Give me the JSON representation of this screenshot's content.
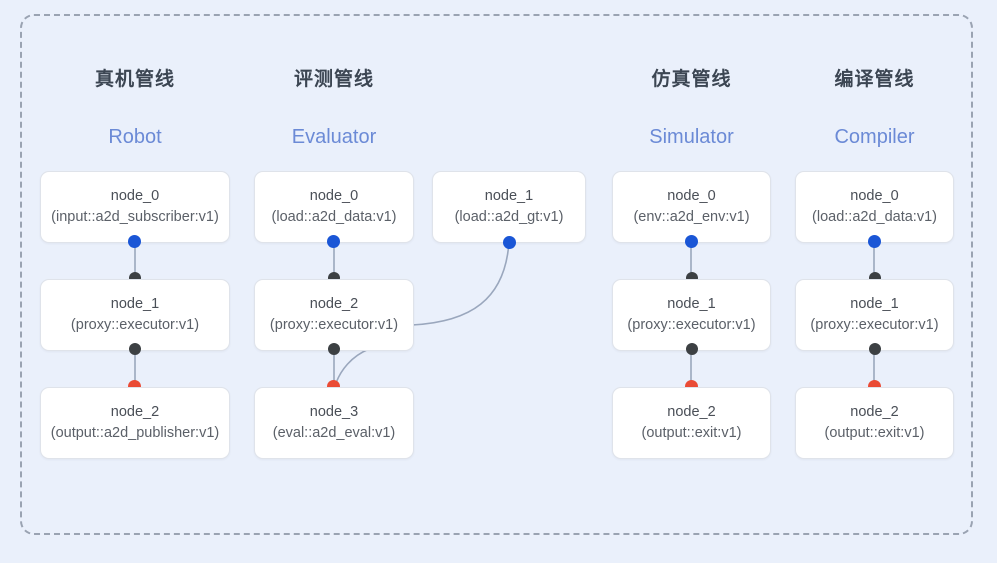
{
  "diagram": {
    "background_color": "#eaf0fb",
    "frame_border_color": "#9aa3b2",
    "port_colors": {
      "input": "#1a56d6",
      "link": "#3c4043",
      "output": "#ea4b35"
    },
    "edge_color": "#9aa7bd"
  },
  "columns": [
    {
      "title_cn": "真机管线",
      "title_en": "Robot",
      "nodes": [
        {
          "name": "node_0",
          "type": "(input::a2d_subscriber:v1)"
        },
        {
          "name": "node_1",
          "type": "(proxy::executor:v1)"
        },
        {
          "name": "node_2",
          "type": "(output::a2d_publisher:v1)"
        }
      ]
    },
    {
      "title_cn": "评测管线",
      "title_en": "Evaluator",
      "nodes": [
        {
          "name": "node_0",
          "type": "(load::a2d_data:v1)"
        },
        {
          "name": "node_2",
          "type": "(proxy::executor:v1)"
        },
        {
          "name": "node_3",
          "type": "(eval::a2d_eval:v1)"
        },
        {
          "name": "node_1",
          "type": "(load::a2d_gt:v1)"
        }
      ]
    },
    {
      "title_cn": "仿真管线",
      "title_en": "Simulator",
      "nodes": [
        {
          "name": "node_0",
          "type": "(env::a2d_env:v1)"
        },
        {
          "name": "node_1",
          "type": "(proxy::executor:v1)"
        },
        {
          "name": "node_2",
          "type": "(output::exit:v1)"
        }
      ]
    },
    {
      "title_cn": "编译管线",
      "title_en": "Compiler",
      "nodes": [
        {
          "name": "node_0",
          "type": "(load::a2d_data:v1)"
        },
        {
          "name": "node_1",
          "type": "(proxy::executor:v1)"
        },
        {
          "name": "node_2",
          "type": "(output::exit:v1)"
        }
      ]
    }
  ]
}
